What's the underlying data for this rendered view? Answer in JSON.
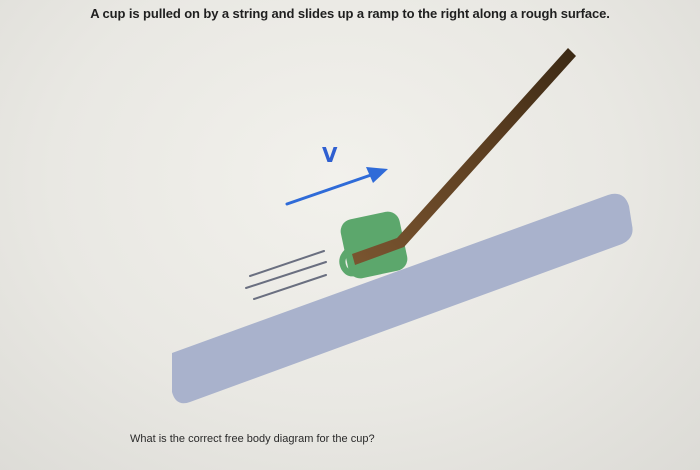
{
  "question": {
    "title": "A cup is pulled on by a string and slides up a ramp to the right along a rough surface.",
    "prompt": "What is the correct free body diagram for the cup?"
  },
  "diagram": {
    "velocity_label": "V",
    "colors": {
      "ramp": "#a9b2cc",
      "string": "#6b4a2a",
      "cup": "#5ca76c",
      "velocity_arrow": "#2f6bd8",
      "motion_lines": "#6a6f80"
    }
  }
}
